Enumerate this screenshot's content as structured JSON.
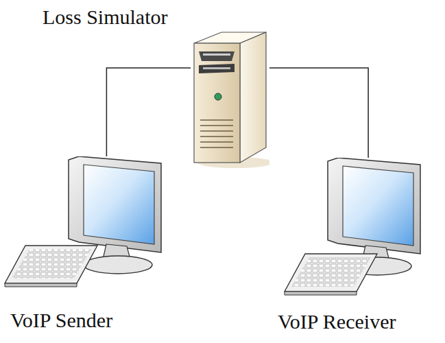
{
  "diagram": {
    "nodes": [
      {
        "text": [
          "Loss Simulator"
        ]
      },
      {
        "text": [
          "VoIP Sender"
        ]
      },
      {
        "text": [
          "VoIP Receiver"
        ]
      }
    ],
    "edges": [
      {
        "from": 0,
        "to": 1,
        "arrow": "none"
      },
      {
        "from": 0,
        "to": 2,
        "arrow": "none"
      }
    ]
  }
}
